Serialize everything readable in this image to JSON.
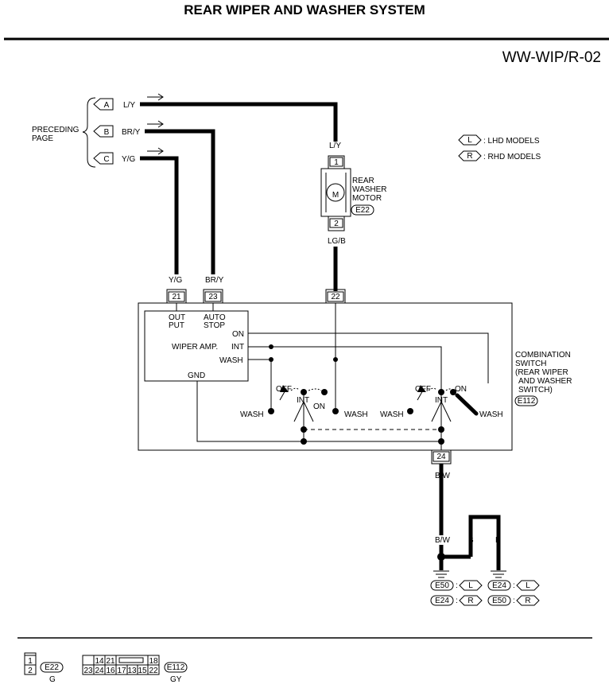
{
  "title": "REAR WIPER AND WASHER SYSTEM",
  "code": "WW-WIP/R-02",
  "legend": {
    "l_tag": "L",
    "l_text": ": LHD MODELS",
    "r_tag": "R",
    "r_text": ": RHD MODELS"
  },
  "preceding": {
    "label1": "PRECEDING",
    "label2": "PAGE",
    "connectors": [
      {
        "tag": "A",
        "wire": "L/Y"
      },
      {
        "tag": "B",
        "wire": "BR/Y"
      },
      {
        "tag": "C",
        "wire": "Y/G"
      }
    ]
  },
  "motor": {
    "name1": "REAR",
    "name2": "WASHER",
    "name3": "MOTOR",
    "symbol": "M",
    "connector": "E22",
    "pin1": "1",
    "pin2": "2",
    "wire_in": "L/Y",
    "wire_out": "LG/B"
  },
  "switch": {
    "pins": [
      "21",
      "23",
      "22"
    ],
    "wires": [
      "Y/G",
      "BR/Y"
    ],
    "out1": "OUT",
    "out2": "PUT",
    "auto1": "AUTO",
    "auto2": "STOP",
    "on": "ON",
    "int": "INT",
    "wash": "WASH",
    "amp": "WIPER AMP.",
    "gnd": "GND",
    "name1": "COMBINATION",
    "name2": "SWITCH",
    "name3": "(REAR WIPER",
    "name4": "AND WASHER",
    "name5": "SWITCH)",
    "connector": "E112",
    "left_off": "OFF",
    "left_int": "INT",
    "left_on": "ON",
    "left_wash": "WASH",
    "left_wash2": "WASH",
    "right_off": "OFF",
    "right_int": "INT",
    "right_on": "ON",
    "right_wash": "WASH",
    "right_wash2": "WASH"
  },
  "ground": {
    "pin": "24",
    "wire_bw": "B/W",
    "wire_bw2": "B/W",
    "wire_b1": "B",
    "wire_b2": "B",
    "e50": "E50",
    "e24": "E24",
    "l": "L",
    "r": "R",
    "colon": ":"
  },
  "footer": {
    "e22_pins": [
      "1",
      "2"
    ],
    "e22": "E22",
    "e22_color": "G",
    "e112_row1": [
      "14",
      "21",
      "",
      "18"
    ],
    "e112_row2": [
      "23",
      "24",
      "16",
      "17",
      "13",
      "15",
      "22"
    ],
    "e112": "E112",
    "e112_color": "GY"
  }
}
